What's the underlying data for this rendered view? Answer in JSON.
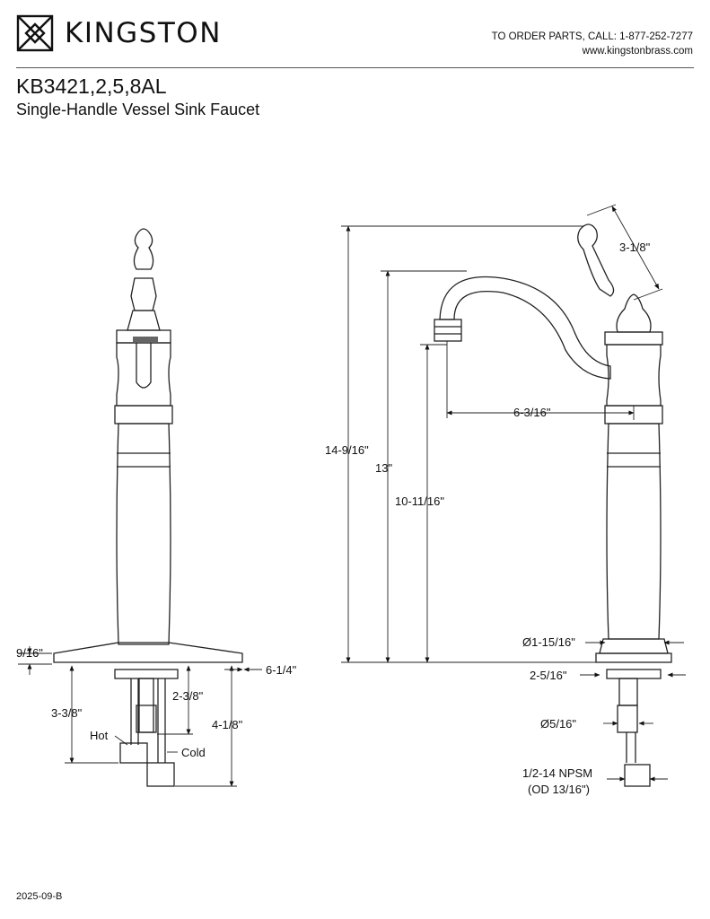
{
  "header": {
    "brand": "KINGSTON",
    "contact_line1": "TO ORDER PARTS, CALL: 1-877-252-7277",
    "contact_line2": "www.kingstonbrass.com"
  },
  "product": {
    "model": "KB3421,2,5,8AL",
    "name": "Single-Handle Vessel Sink Faucet"
  },
  "dimensions": {
    "height_total": "14-9/16\"",
    "spout_height": "13\"",
    "spout_clearance": "10-11/16\"",
    "spout_reach": "6-3/16\"",
    "handle_length": "3-1/8\"",
    "base_diameter": "Ø1-15/16\"",
    "deck_thickness": "9/16\"",
    "base_plate_length": "6-1/4\"",
    "shank_length": "2-3/8\"",
    "hot_supply_length": "3-3/8\"",
    "cold_supply_length": "4-1/8\"",
    "mount_width": "2-5/16\"",
    "shank_diameter": "Ø5/16\"",
    "thread_spec": "1/2-14 NPSM",
    "thread_od": "(OD 13/16\")"
  },
  "labels": {
    "hot": "Hot",
    "cold": "Cold"
  },
  "footer": {
    "revision": "2025-09-B"
  }
}
